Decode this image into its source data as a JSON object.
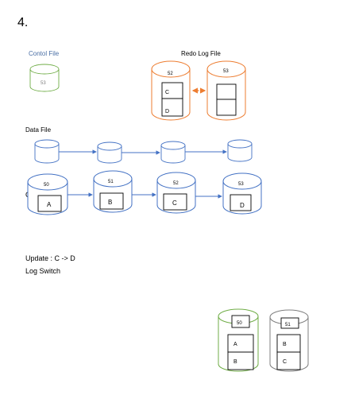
{
  "heading": "4.",
  "control_file": {
    "title": "Contol File",
    "cylinder_label": "53"
  },
  "redo_log": {
    "title": "Redo Log File",
    "group_a": {
      "label": "52",
      "cells": [
        "C",
        "D"
      ]
    },
    "group_b": {
      "label": "53",
      "cells": [
        "",
        ""
      ]
    }
  },
  "data_file": {
    "title": "Data File",
    "stray_char": "C",
    "cylinders": [
      {
        "label": "50",
        "box": "A"
      },
      {
        "label": "51",
        "box": "B"
      },
      {
        "label": "52",
        "box": "C"
      },
      {
        "label": "53",
        "box": "D"
      }
    ]
  },
  "notes": {
    "update": "Update : C -> D",
    "switch": "Log Switch"
  },
  "bottom": {
    "left": {
      "label": "50",
      "cells": [
        "A",
        "B"
      ]
    },
    "right": {
      "label": "51",
      "cells": [
        "B",
        "C"
      ]
    }
  },
  "colors": {
    "green": "#70ad47",
    "orange": "#ed7d31",
    "blue": "#4472c4",
    "gray": "#7f7f7f",
    "black": "#000000"
  }
}
